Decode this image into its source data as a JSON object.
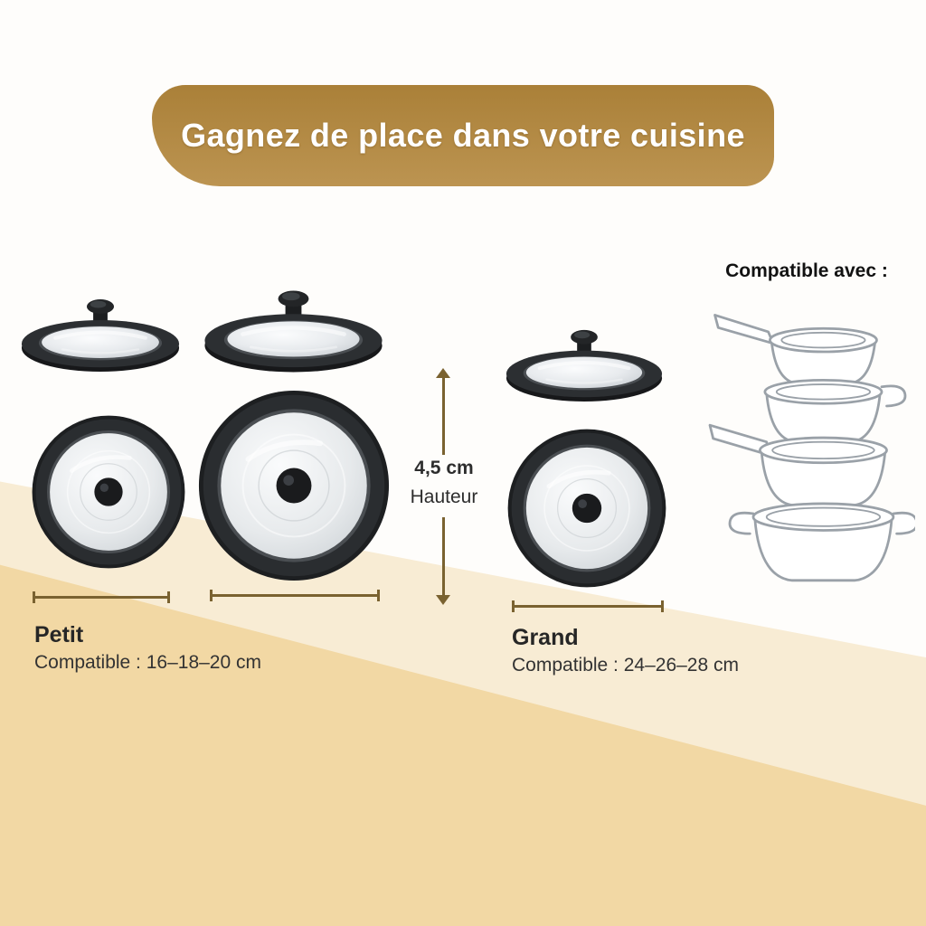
{
  "banner": {
    "title": "Gagnez de place dans votre cuisine"
  },
  "height_spec": {
    "value": "4,5 cm",
    "label": "Hauteur"
  },
  "sizes": {
    "small": {
      "name": "Petit",
      "compatibility": "Compatible : 16–18–20 cm"
    },
    "large": {
      "name": "Grand",
      "compatibility": "Compatible : 24–26–28 cm"
    }
  },
  "compatibility_section": {
    "title": "Compatible avec :"
  },
  "colors": {
    "banner_gold": "#b1873f",
    "sand": "#f2d8a4",
    "cream": "#f8ecd4",
    "measure_line": "#7a6230",
    "lid_rim": "#2a2d30",
    "text_dark": "#262626"
  }
}
